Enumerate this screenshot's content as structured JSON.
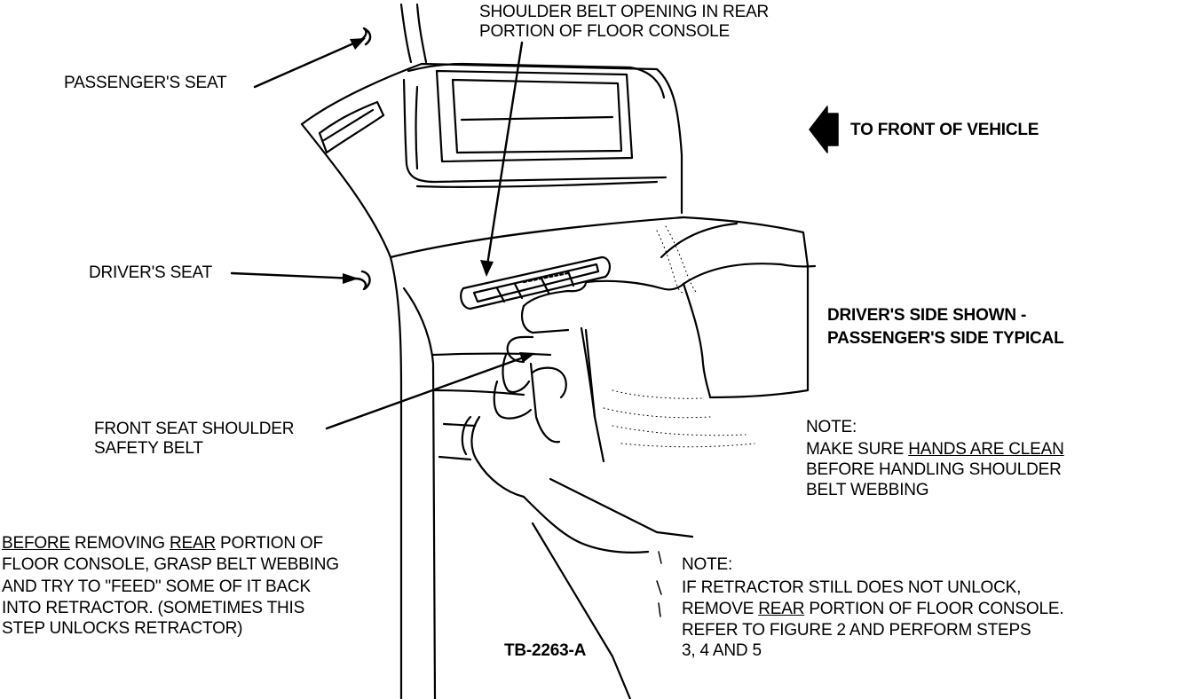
{
  "labels": {
    "shoulder_opening_1": "SHOULDER BELT OPENING IN REAR",
    "shoulder_opening_2": "PORTION OF FLOOR CONSOLE",
    "passenger_seat": "PASSENGER'S SEAT",
    "to_front": "TO FRONT OF VEHICLE",
    "driver_seat": "DRIVER'S SEAT",
    "driver_side_1": "DRIVER'S SIDE SHOWN -",
    "driver_side_2": "PASSENGER'S SIDE TYPICAL",
    "front_belt_1": "FRONT SEAT SHOULDER",
    "front_belt_2": "SAFETY BELT",
    "figure_id": "TB-2263-A"
  },
  "note_hands": {
    "heading": "NOTE:",
    "line1_pre": "MAKE SURE ",
    "line1_u": "HANDS ARE CLEAN",
    "line2": "BEFORE HANDLING SHOULDER",
    "line3": "BELT WEBBING"
  },
  "note_before": {
    "line1_u1": "BEFORE",
    "line1_mid": " REMOVING ",
    "line1_u2": "REAR",
    "line1_post": " PORTION OF",
    "line2": "FLOOR CONSOLE, GRASP BELT WEBBING",
    "line3": "AND TRY TO \"FEED\" SOME OF IT BACK",
    "line4": "INTO RETRACTOR. (SOMETIMES THIS",
    "line5": "STEP UNLOCKS RETRACTOR)"
  },
  "note_retractor": {
    "heading": "NOTE:",
    "line1": "IF RETRACTOR STILL DOES NOT UNLOCK,",
    "line2_pre": "REMOVE ",
    "line2_u": "REAR",
    "line2_post": " PORTION OF FLOOR CONSOLE.",
    "line3": "REFER TO FIGURE 2 AND PERFORM STEPS",
    "line4": "3, 4 AND 5"
  }
}
